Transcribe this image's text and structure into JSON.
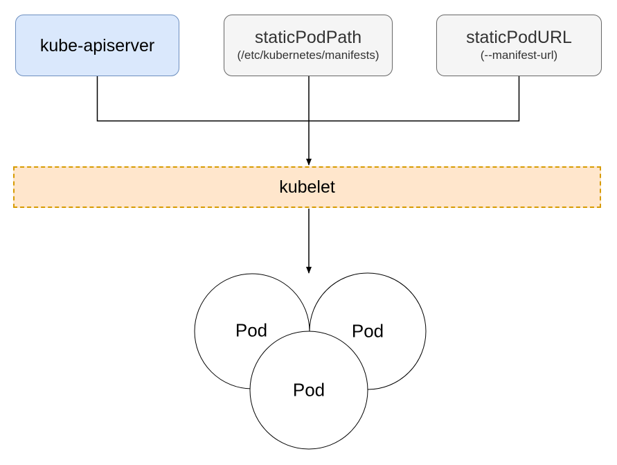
{
  "diagram": {
    "type": "flowchart",
    "background_color": "#ffffff",
    "nodes": {
      "kube_apiserver": {
        "label": "kube-apiserver",
        "fill": "#dae8fc",
        "border": "#6c8ebf"
      },
      "static_pod_path": {
        "label": "staticPodPath",
        "sublabel": "(/etc/kubernetes/manifests)",
        "fill": "#f5f5f5",
        "border": "#666666"
      },
      "static_pod_url": {
        "label": "staticPodURL",
        "sublabel": "(--manifest-url)",
        "fill": "#f5f5f5",
        "border": "#666666"
      },
      "kubelet": {
        "label": "kubelet",
        "fill": "#ffe6cc",
        "border": "#d79b00",
        "border_style": "dashed"
      },
      "pods": [
        {
          "label": "Pod"
        },
        {
          "label": "Pod"
        },
        {
          "label": "Pod"
        }
      ]
    },
    "edges": [
      {
        "from": "kube-apiserver",
        "to": "kubelet",
        "style": "elbow, merges into center arrow"
      },
      {
        "from": "staticPodPath",
        "to": "kubelet",
        "style": "straight vertical arrow"
      },
      {
        "from": "staticPodURL",
        "to": "kubelet",
        "style": "elbow, merges into center arrow"
      },
      {
        "from": "kubelet",
        "to": "Pod cluster",
        "style": "straight vertical arrow"
      }
    ],
    "connector_color": "#000000",
    "pod_circle_fill": "#ffffff",
    "pod_circle_border": "#000000"
  }
}
